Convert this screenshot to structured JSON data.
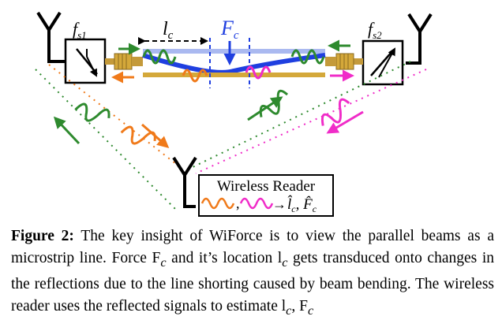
{
  "diagram": {
    "labels": {
      "fs1": "f",
      "fs1_sub": "s1",
      "fs2": "f",
      "fs2_sub": "s2",
      "lc": "l",
      "lc_sub": "c",
      "Fc": "F",
      "Fc_sub": "c",
      "reader": "Wireless Reader",
      "estimate": "l̂",
      "estimate_sub": "c",
      "estimate_sep": ", ",
      "estimate_F": "F̂",
      "estimate_F_sub": "c"
    },
    "colors": {
      "orange": "#f07a1a",
      "green": "#2e8a2e",
      "magenta": "#f02cc8",
      "blue": "#1f3fe0",
      "gold": "#d4a83a",
      "lightblue": "#aab9f0"
    }
  },
  "caption": {
    "label": "Figure 2:",
    "text": " The key insight of WiForce is to view the parallel beams as a microstrip line.  Force F",
    "Fc_sub": "c",
    "mid": " and it’s location l",
    "lc_sub": "c",
    "rest": " gets transduced onto changes in the reflections due to the line shorting caused by beam bending. The wireless reader uses the reflected signals to estimate l",
    "end_lc_sub": "c",
    "end_sep": ", F",
    "end_Fc_sub": "c"
  }
}
